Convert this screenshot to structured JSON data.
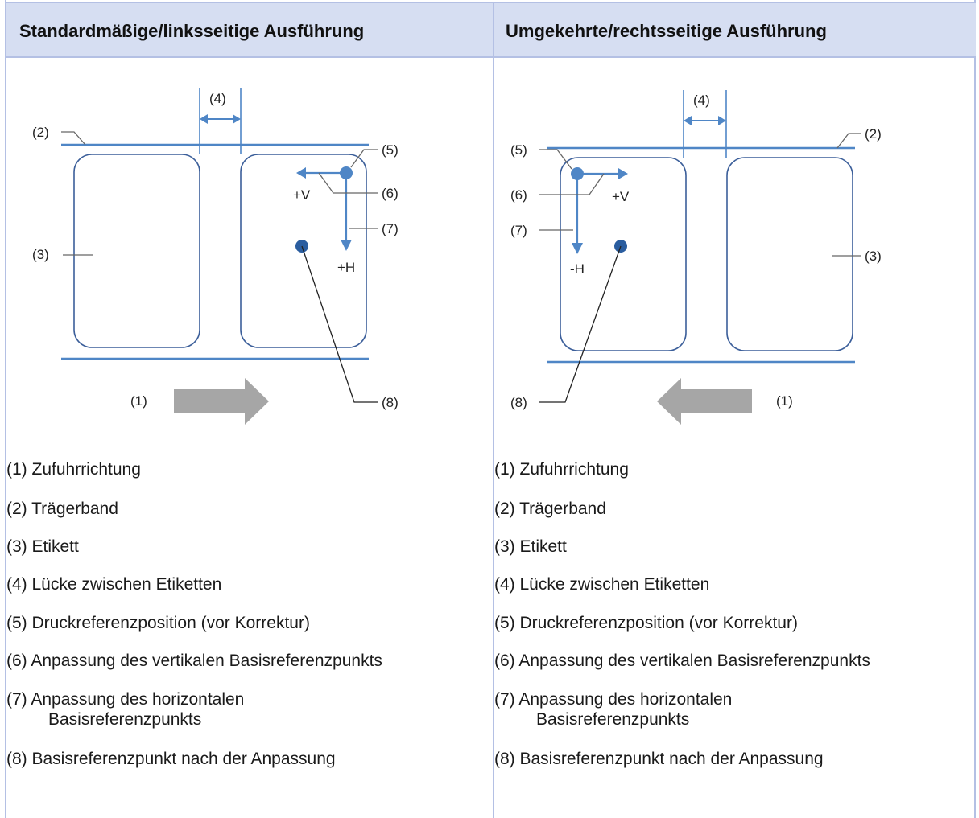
{
  "header": {
    "left": "Standardmäßige/linksseitige Ausführung",
    "right": "Umgekehrte/rechtsseitige Ausführung"
  },
  "figure_labels": {
    "n1": "(1)",
    "n2": "(2)",
    "n3": "(3)",
    "n4": "(4)",
    "n5": "(5)",
    "n6": "(6)",
    "n7": "(7)",
    "n8": "(8)",
    "plus_v": "+V",
    "plus_h": "+H",
    "minus_h": "-H"
  },
  "legend": [
    "(1) Zufuhrrichtung",
    "(2) Trägerband",
    "(3) Etikett",
    "(4) Lücke zwischen Etiketten",
    "(5) Druckreferenzposition (vor Korrektur)",
    "(6) Anpassung des vertikalen Basisreferenzpunkts",
    "(7) Anpassung des horizontalen",
    "Basisreferenzpunkts",
    "(8) Basisreferenzpunkt nach der Anpassung"
  ],
  "colors": {
    "header_bg": "#d6def2",
    "border": "#b4c0e4",
    "blue": "#4f86c6",
    "label_outline": "#3c5f9a",
    "feed_arrow": "#a6a6a6",
    "dot": "#2a5d9f"
  }
}
